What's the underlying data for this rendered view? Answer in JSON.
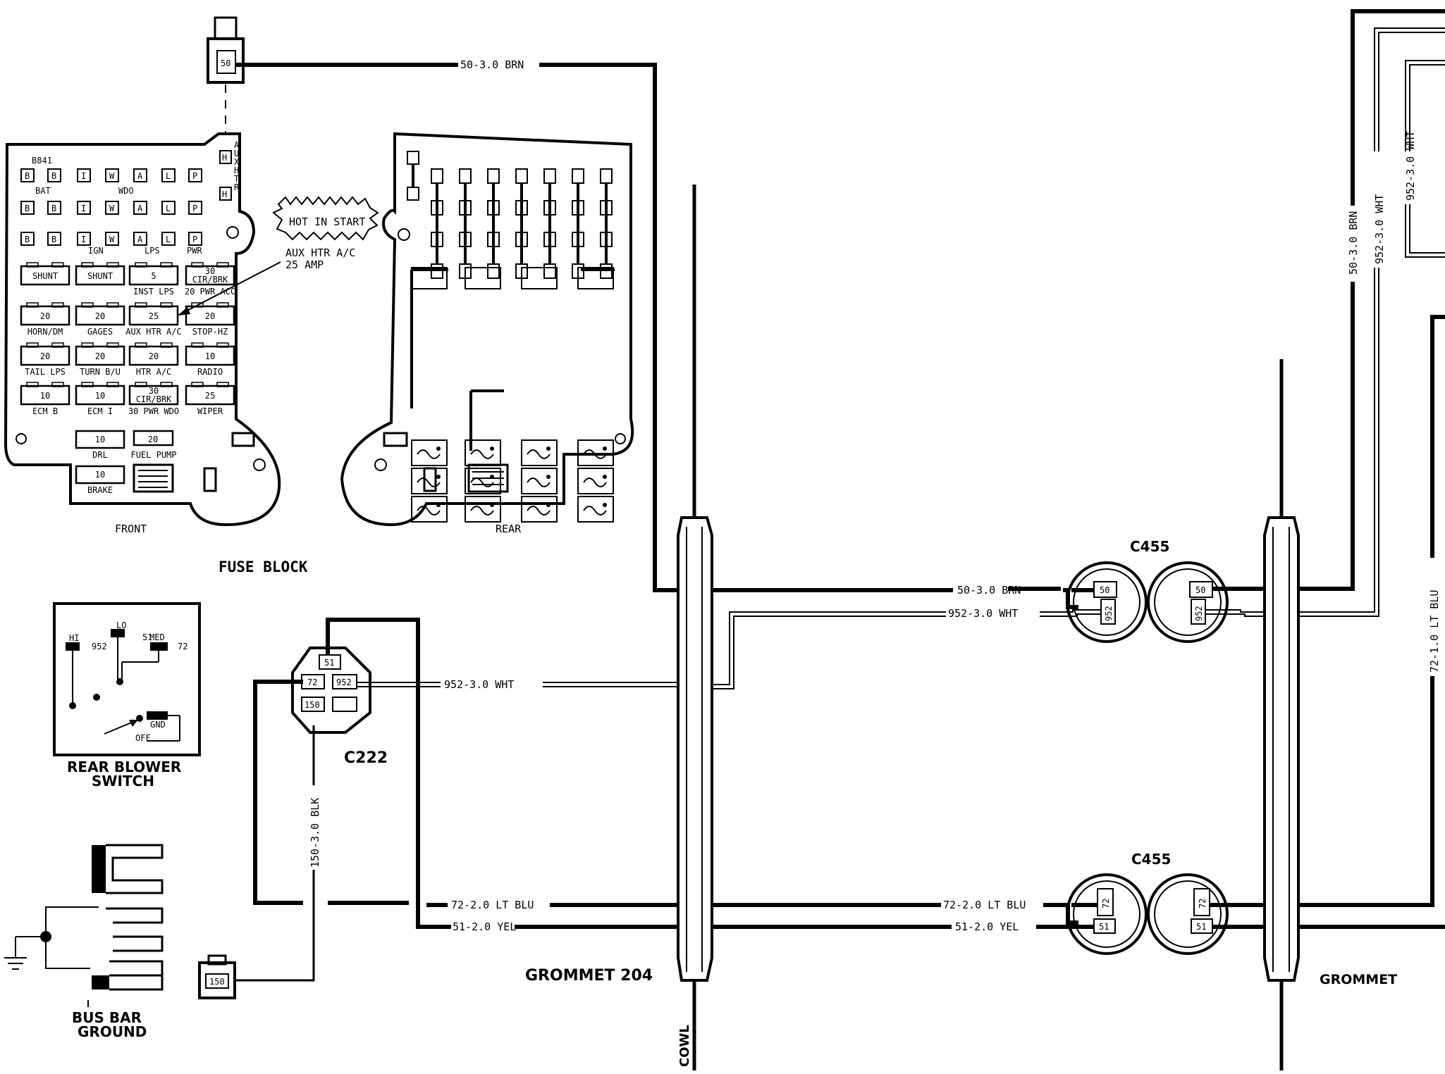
{
  "fuse_block": {
    "title": "FUSE BLOCK",
    "front_label": "FRONT",
    "rear_label": "REAR",
    "busbar_b841": "B841",
    "row_labels": {
      "bat": "BAT",
      "wdo": "WDO",
      "ign": "IGN",
      "lps": "LPS",
      "pwr": "PWR"
    },
    "bus_letters": [
      "B",
      "B",
      "I",
      "W",
      "A",
      "L",
      "P"
    ],
    "aux_htr_vertical": "AUX HTR",
    "cells": [
      {
        "value": "SHUNT",
        "caption": ""
      },
      {
        "value": "SHUNT",
        "caption": ""
      },
      {
        "value": "5",
        "caption": "INST LPS"
      },
      {
        "value": "30",
        "caption": "20 PWR ACC",
        "extra": "CIR/BRK"
      },
      {
        "value": "20",
        "caption": "HORN/DM"
      },
      {
        "value": "20",
        "caption": "GAGES"
      },
      {
        "value": "25",
        "caption": "AUX HTR A/C"
      },
      {
        "value": "20",
        "caption": "STOP-HZ"
      },
      {
        "value": "20",
        "caption": "TAIL LPS"
      },
      {
        "value": "20",
        "caption": "TURN B/U"
      },
      {
        "value": "20",
        "caption": "HTR A/C"
      },
      {
        "value": "10",
        "caption": "RADIO"
      },
      {
        "value": "10",
        "caption": "ECM B"
      },
      {
        "value": "10",
        "caption": "ECM I"
      },
      {
        "value": "30",
        "caption": "30 PWR WDO",
        "extra": "CIR/BRK"
      },
      {
        "value": "25",
        "caption": "WIPER"
      },
      {
        "value": "10",
        "caption": "DRL"
      },
      {
        "value": "20",
        "caption": "FUEL PUMP"
      },
      {
        "value": "10",
        "caption": "BRAKE"
      }
    ],
    "callout_hot": "HOT IN START",
    "callout_aux_line1": "AUX HTR A/C",
    "callout_aux_line2": "25 AMP"
  },
  "switch": {
    "title_line1": "REAR BLOWER",
    "title_line2": "SWITCH",
    "lo": "LO",
    "lo_num": "51",
    "hi": "HI",
    "hi_num": "952",
    "med": "MED",
    "med_num": "72",
    "gnd": "GND",
    "off": "OFF"
  },
  "bus_ground": {
    "line1": "BUS BAR",
    "line2": "GROUND"
  },
  "connectors": {
    "top": "50",
    "c222": {
      "name": "C222",
      "p51": "51",
      "p72": "72",
      "p952": "952",
      "p150": "150"
    },
    "ground_plug": "150",
    "c455_top": {
      "name": "C455",
      "pin_a": "50",
      "pin_b": "952"
    },
    "c455_bottom": {
      "name": "C455",
      "pin_a": "72",
      "pin_b": "51"
    }
  },
  "wires": {
    "brn_top": "50-3.0 BRN",
    "brn_mid": "50-3.0 BRN",
    "wht_mid": "952-3.0 WHT",
    "wht_left": "952-3.0 WHT",
    "blk": "150-3.0 BLK",
    "blu_left": "72-2.0 LT BLU",
    "yel_left": "51-2.0 YEL",
    "blu_mid": "72-2.0 LT BLU",
    "yel_mid": "51-2.0 YEL",
    "v_brn": "50-3.0 BRN",
    "v_wht1": "952-3.0 WHT",
    "v_wht2": "952-3.0 WHT",
    "v_blu": "72-1.0 LT BLU"
  },
  "grommets": {
    "left": "GROMMET 204",
    "right": "GROMMET",
    "cowl": "COWL"
  }
}
